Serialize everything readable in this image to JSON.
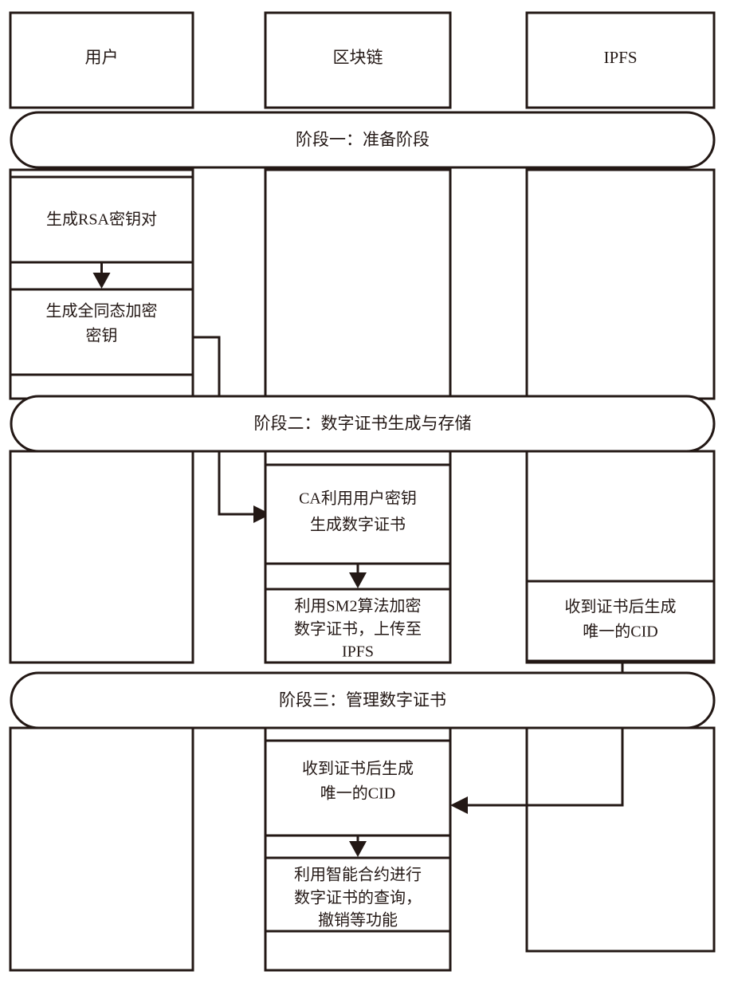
{
  "diagram": {
    "type": "swimlane-flowchart",
    "lanes": [
      {
        "id": "user",
        "title": "用户"
      },
      {
        "id": "blockchain",
        "title": "区块链"
      },
      {
        "id": "ipfs",
        "title": "IPFS"
      }
    ],
    "phases": [
      {
        "id": "phase-1",
        "label": "阶段一：准备阶段"
      },
      {
        "id": "phase-2",
        "label": "阶段二：数字证书生成与存储"
      },
      {
        "id": "phase-3",
        "label": "阶段三：管理数字证书"
      }
    ],
    "steps": [
      {
        "id": "step-gen-rsa",
        "lane": "user",
        "phase": "phase-1",
        "lines": [
          "生成RSA密钥对"
        ]
      },
      {
        "id": "step-gen-fhe",
        "lane": "user",
        "phase": "phase-1",
        "lines": [
          "生成全同态加密",
          "密钥"
        ]
      },
      {
        "id": "step-ca-cert",
        "lane": "blockchain",
        "phase": "phase-2",
        "lines": [
          "CA利用用户密钥",
          "生成数字证书"
        ]
      },
      {
        "id": "step-sm2-upload",
        "lane": "blockchain",
        "phase": "phase-2",
        "lines": [
          "利用SM2算法加密",
          "数字证书，上传至",
          "IPFS"
        ]
      },
      {
        "id": "step-ipfs-cid",
        "lane": "ipfs",
        "phase": "phase-2",
        "lines": [
          "收到证书后生成",
          "唯一的CID"
        ]
      },
      {
        "id": "step-chain-cid",
        "lane": "blockchain",
        "phase": "phase-3",
        "lines": [
          "收到证书后生成",
          "唯一的CID"
        ]
      },
      {
        "id": "step-smart-contract",
        "lane": "blockchain",
        "phase": "phase-3",
        "lines": [
          "利用智能合约进行",
          "数字证书的查询，",
          "撤销等功能"
        ]
      }
    ],
    "connectors": [
      {
        "id": "conn-fhe-to-ca",
        "from": "step-gen-fhe",
        "to": "step-ca-cert",
        "kind": "elbow-right"
      },
      {
        "id": "conn-rsa-to-fhe",
        "from": "step-gen-rsa",
        "to": "step-gen-fhe",
        "kind": "vertical-down"
      },
      {
        "id": "conn-ca-to-sm2",
        "from": "step-ca-cert",
        "to": "step-sm2-upload",
        "kind": "vertical-down"
      },
      {
        "id": "conn-ipfs-to-chain",
        "from": "step-ipfs-cid",
        "to": "step-chain-cid",
        "kind": "elbow-left"
      },
      {
        "id": "conn-cid-to-contract",
        "from": "step-chain-cid",
        "to": "step-smart-contract",
        "kind": "vertical-down"
      }
    ],
    "colors": {
      "stroke": "#231815",
      "fill": "#ffffff",
      "background": "#ffffff"
    }
  }
}
